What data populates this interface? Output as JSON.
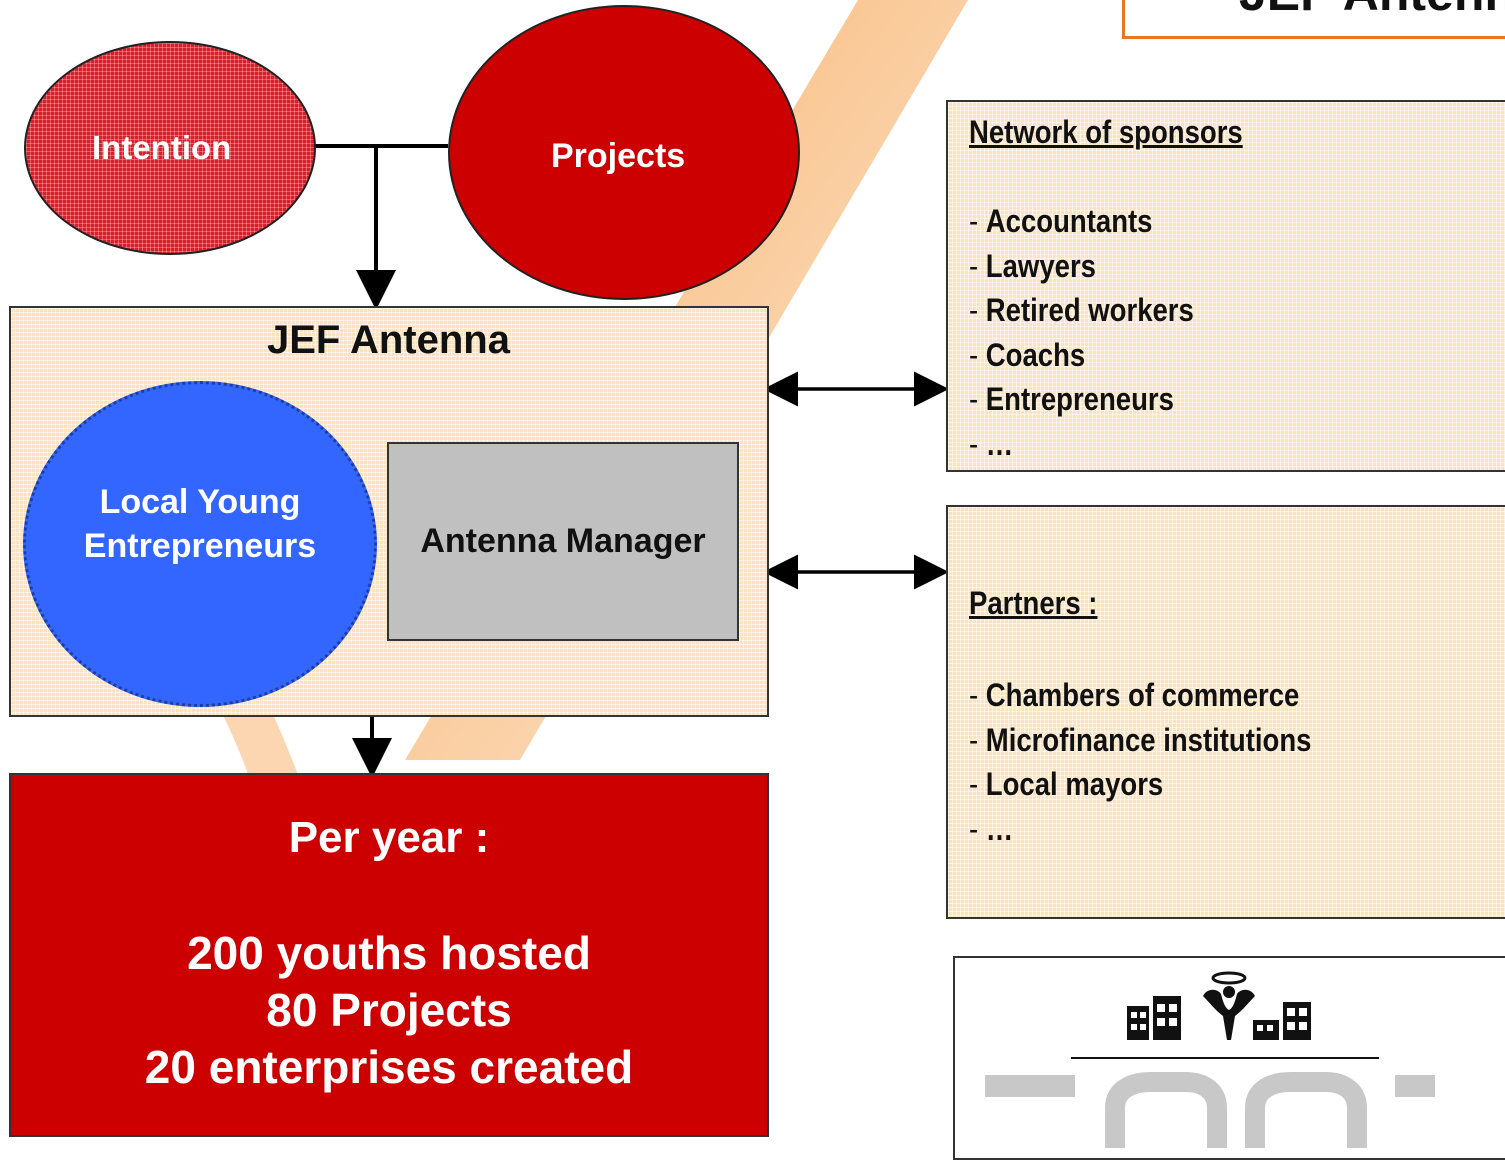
{
  "title": "JEF Antenna",
  "top_ovals": {
    "intention": "Intention",
    "projects": "Projects"
  },
  "antenna": {
    "title": "JEF Antenna",
    "local_young": "Local Young Entrepreneurs",
    "manager": "Antenna Manager"
  },
  "results": {
    "title": "Per year :",
    "lines": [
      "200 youths hosted",
      "80 Projects",
      "20 enterprises created"
    ]
  },
  "sponsors": {
    "heading": "Network of sponsors",
    "items": [
      "Accountants",
      "Lawyers",
      "Retired workers",
      "Coachs",
      "Entrepreneurs",
      "…"
    ]
  },
  "partners": {
    "heading": "Partners :",
    "items": [
      "Chambers of commerce",
      "Microfinance institutions",
      "Local mayors",
      "…"
    ]
  },
  "colors": {
    "red": "#cc0000",
    "intention_red": "#d7212a",
    "blue": "#3366ff",
    "grey": "#c0c0c0",
    "orange_watermark": "#f28c28",
    "grid_fill": "#fbe3bf"
  }
}
